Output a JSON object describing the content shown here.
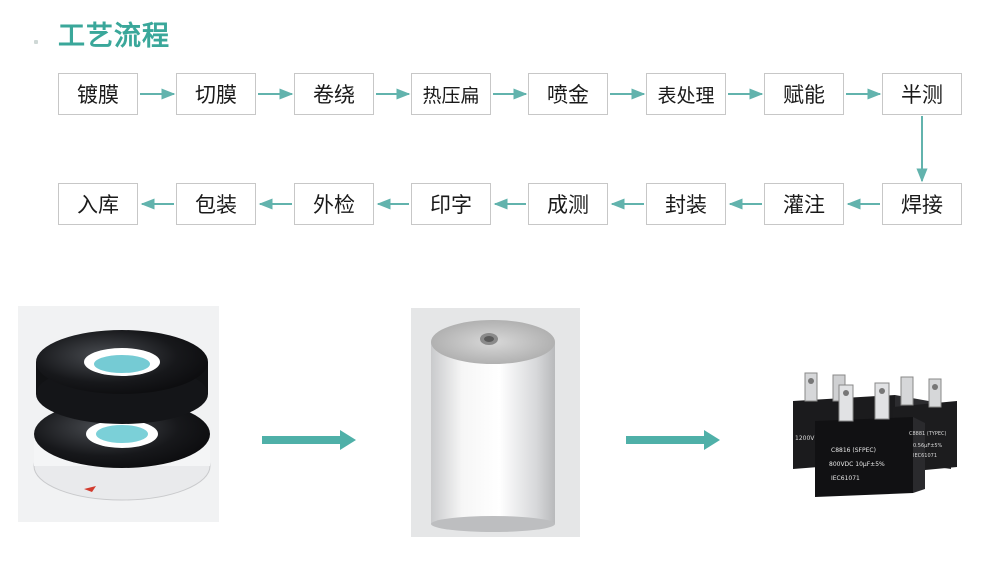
{
  "title": "工艺流程",
  "colors": {
    "accent": "#3aa79a",
    "arrow": "#62b3ad",
    "box_border": "#c7c7c7"
  },
  "process": {
    "row1": [
      "镀膜",
      "切膜",
      "卷绕",
      "热压扁",
      "喷金",
      "表处理",
      "赋能",
      "半测"
    ],
    "row2": [
      "入库",
      "包装",
      "外检",
      "印字",
      "成测",
      "封装",
      "灌注",
      "焊接"
    ]
  },
  "images": {
    "capacitor_label_1": "1200V",
    "capacitor_label_2": "C8816 (SFPEC)",
    "capacitor_label_3": "800VDC 10μF±5%",
    "capacitor_label_4": "IEC61071",
    "capacitor_label_5": "C8881 (TYPEC)",
    "capacitor_label_6": "0.56μF±5%",
    "capacitor_label_7": "IEC61071"
  }
}
